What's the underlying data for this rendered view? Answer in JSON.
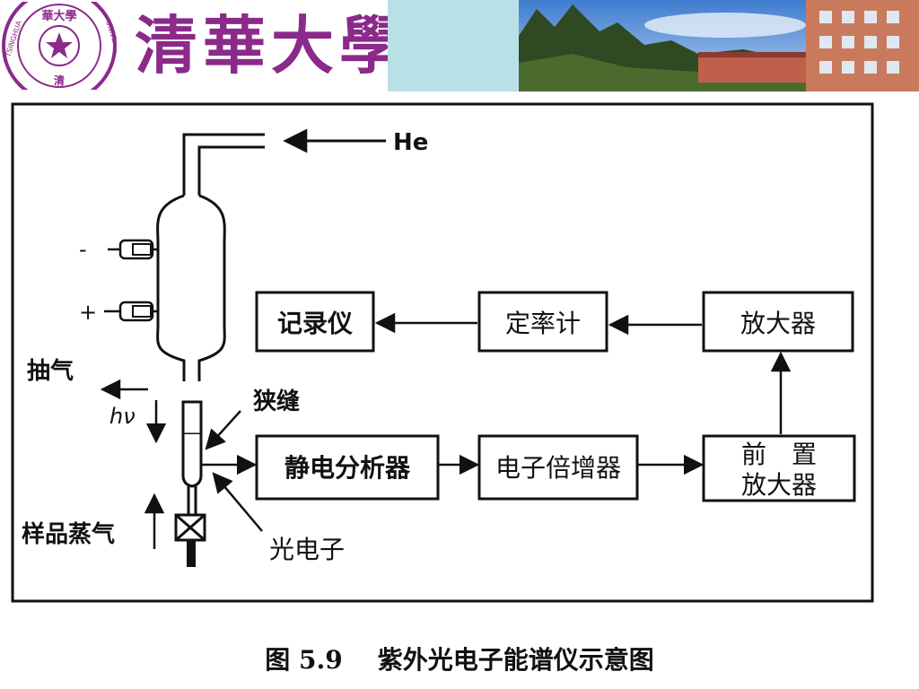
{
  "header": {
    "logo_text": "清華大學",
    "seal_top_text": "華大學",
    "seal_bottom_text": "清",
    "seal_left_text": "TSINGHUA",
    "seal_right_text": "UNIVERSITY"
  },
  "diagram": {
    "gas_label": "He",
    "minus_label": "-",
    "plus_label": "+",
    "pump_label": "抽气",
    "hv_label": "hν",
    "slit_label": "狭缝",
    "sample_label": "样品蒸气",
    "photoelectron_label": "光电子",
    "boxes": {
      "recorder": "记录仪",
      "ratemeter": "定率计",
      "amplifier": "放大器",
      "analyzer": "静电分析器",
      "multiplier": "电子倍增器",
      "preamp_line1": "前　置",
      "preamp_line2": "放大器"
    }
  },
  "caption": {
    "figure": "图 5.9",
    "title": "紫外光电子能谱仪示意图"
  }
}
